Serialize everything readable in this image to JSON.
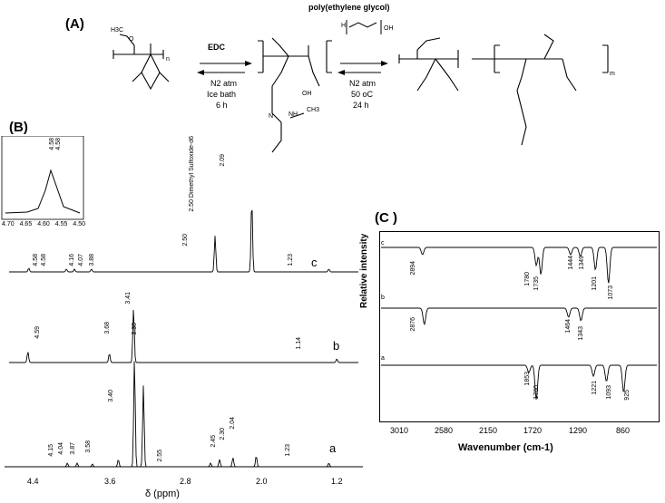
{
  "panels": {
    "a_label": "(A)",
    "b_label": "(B)",
    "c_label": "(C )"
  },
  "scheme": {
    "reagent1": "EDC",
    "cond1_line1": "N2 atm",
    "cond1_line2": "Ice bath",
    "cond1_line3": "6 h",
    "reagent2": "poly(ethylene glycol)",
    "cond2_line1": "N2 atm",
    "cond2_line2": "50 oC",
    "cond2_line3": "24 h",
    "labels": [
      "H3C",
      "O",
      "n",
      "OH",
      "N",
      "NH",
      "CH3",
      "m",
      "H",
      "OH"
    ]
  },
  "nmr": {
    "xlabel": "δ (ppm)",
    "ticks": [
      "4.4",
      "3.6",
      "2.8",
      "2.0",
      "1.2"
    ],
    "trace_labels": [
      "c",
      "b",
      "a"
    ],
    "inset_ticks": [
      "4.70",
      "4.65",
      "4.60",
      "4.55",
      "4.50"
    ],
    "inset_peaks": [
      "4.58",
      "4.58"
    ],
    "solvent_label": "2.50 Dimethyl Sulfoxide-d6",
    "peaks_c": [
      "4.58",
      "4.58",
      "4.16",
      "4.07",
      "3.88",
      "2.50",
      "2.09",
      "1.23"
    ],
    "peaks_b": [
      "4.59",
      "3.68",
      "3.41",
      "1.14"
    ],
    "peaks_a": [
      "4.15",
      "4.04",
      "3.87",
      "3.58",
      "3.40",
      "3.30",
      "2.55",
      "2.45",
      "2.30",
      "2.04",
      "1.23"
    ]
  },
  "ir": {
    "xlabel": "Wavenumber (cm-1)",
    "ylabel": "Relative intensity",
    "ticks": [
      "3010",
      "2580",
      "2150",
      "1720",
      "1290",
      "860"
    ],
    "trace_labels": [
      "c",
      "b",
      "a"
    ],
    "peaks_c": [
      "2894",
      "1780",
      "1735",
      "1444",
      "1349",
      "1201",
      "1073"
    ],
    "peaks_b": [
      "2876",
      "1464",
      "1343"
    ],
    "peaks_a": [
      "1853",
      "1780",
      "1221",
      "1093",
      "925"
    ]
  },
  "chart_data": [
    {
      "type": "line",
      "xlabel": "δ (ppm)",
      "x_ticks": [
        4.4,
        3.6,
        2.8,
        2.0,
        1.2
      ],
      "xlim": [
        4.8,
        0.9
      ],
      "series": [
        {
          "name": "c",
          "peaks_ppm": [
            4.58,
            4.16,
            4.07,
            3.88,
            2.5,
            2.09,
            1.23
          ]
        },
        {
          "name": "b",
          "peaks_ppm": [
            4.59,
            3.68,
            3.41,
            1.14
          ]
        },
        {
          "name": "a",
          "peaks_ppm": [
            4.15,
            4.04,
            3.87,
            3.58,
            3.4,
            3.3,
            2.55,
            2.45,
            2.3,
            2.04,
            1.23
          ]
        }
      ]
    },
    {
      "type": "line",
      "xlabel": "Wavenumber (cm-1)",
      "ylabel": "Relative intensity",
      "x_ticks": [
        3010,
        2580,
        2150,
        1720,
        1290,
        860
      ],
      "xlim": [
        3300,
        600
      ],
      "series": [
        {
          "name": "c",
          "peaks_cm1": [
            2894,
            1780,
            1735,
            1444,
            1349,
            1201,
            1073
          ]
        },
        {
          "name": "b",
          "peaks_cm1": [
            2876,
            1464,
            1343
          ]
        },
        {
          "name": "a",
          "peaks_cm1": [
            1853,
            1780,
            1221,
            1093,
            925
          ]
        }
      ]
    }
  ]
}
